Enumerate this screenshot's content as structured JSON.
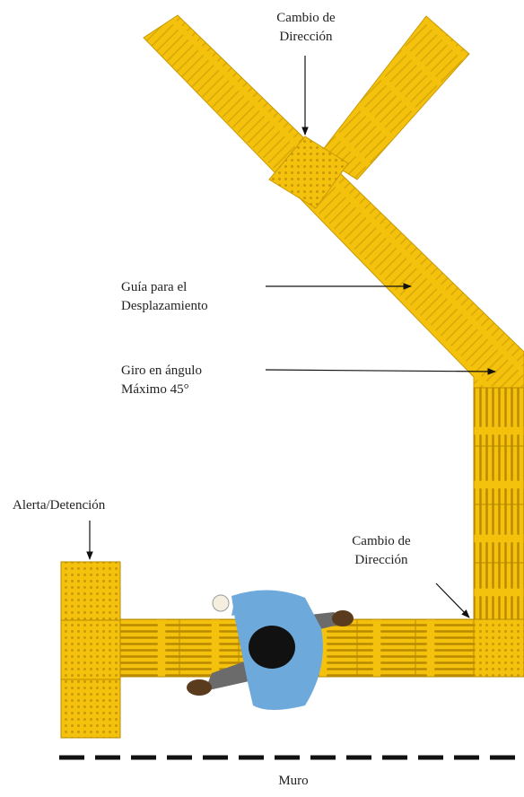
{
  "labels": {
    "cambio_top_l1": "Cambio de",
    "cambio_top_l2": "Dirección",
    "guia_l1": "Guía para el",
    "guia_l2": "Desplazamiento",
    "giro_l1": "Giro en ángulo",
    "giro_l2": "Máximo 45°",
    "alerta": "Alerta/Detención",
    "cambio_bottom_l1": "Cambio de",
    "cambio_bottom_l2": "Dirección",
    "muro": "Muro"
  },
  "colors": {
    "tile": "#f4c20d",
    "tile_dark": "#c99a05",
    "tile_edge": "#b88a00",
    "shirt": "#6ea9dc",
    "trousers": "#6b6b6b",
    "shoe": "#5a3b1e",
    "hair": "#111111",
    "skin": "#f6efe0",
    "wall": "#111111"
  }
}
